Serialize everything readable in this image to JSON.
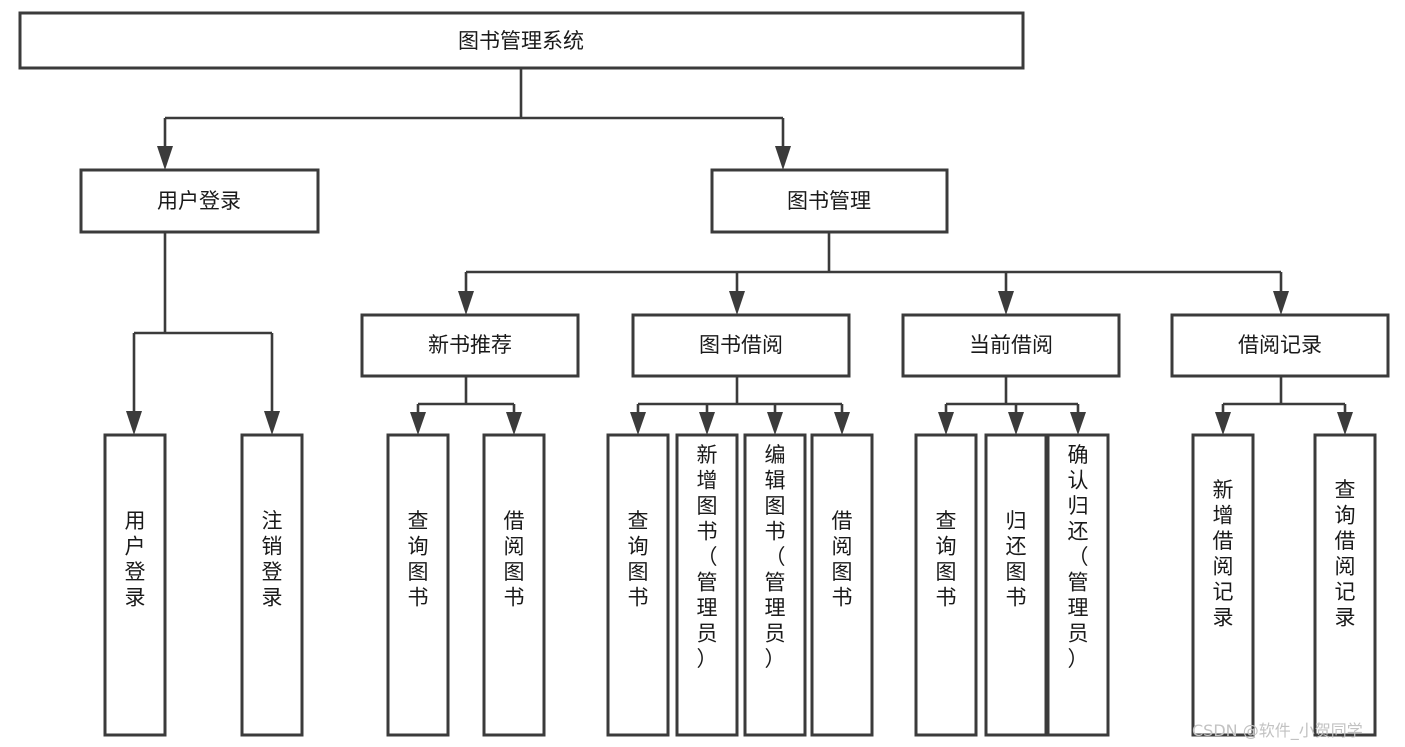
{
  "diagram": {
    "type": "tree-hierarchy-flowchart",
    "title": "图书管理系统",
    "theme": {
      "background": "#ffffff",
      "box_fill": "#ffffff",
      "box_stroke": "#3b3b3b",
      "text_color": "#1a1a1a",
      "connector_color": "#3b3b3b",
      "watermark_color": "#c2c2c2"
    },
    "levels": [
      {
        "level": 1,
        "nodes": [
          {
            "id": "root",
            "label": "图书管理系统",
            "orientation": "horizontal"
          }
        ]
      },
      {
        "level": 2,
        "nodes": [
          {
            "id": "login",
            "label": "用户登录",
            "orientation": "horizontal",
            "parent": "root"
          },
          {
            "id": "bookmgmt",
            "label": "图书管理",
            "orientation": "horizontal",
            "parent": "root"
          }
        ]
      },
      {
        "level": 3,
        "nodes": [
          {
            "id": "newbook",
            "label": "新书推荐",
            "orientation": "horizontal",
            "parent": "bookmgmt"
          },
          {
            "id": "borrow",
            "label": "图书借阅",
            "orientation": "horizontal",
            "parent": "bookmgmt"
          },
          {
            "id": "current",
            "label": "当前借阅",
            "orientation": "horizontal",
            "parent": "bookmgmt"
          },
          {
            "id": "record",
            "label": "借阅记录",
            "orientation": "horizontal",
            "parent": "bookmgmt"
          }
        ]
      },
      {
        "level": 4,
        "nodes": [
          {
            "id": "leaf1",
            "label": "用户登录",
            "orientation": "vertical",
            "parent": "login"
          },
          {
            "id": "leaf2",
            "label": "注销登录",
            "orientation": "vertical",
            "parent": "login"
          },
          {
            "id": "leaf3",
            "label": "查询图书",
            "orientation": "vertical",
            "parent": "newbook"
          },
          {
            "id": "leaf4",
            "label": "借阅图书",
            "orientation": "vertical",
            "parent": "newbook"
          },
          {
            "id": "leaf5",
            "label": "查询图书",
            "orientation": "vertical",
            "parent": "borrow"
          },
          {
            "id": "leaf6",
            "label": "新增图书（管理员）",
            "orientation": "vertical",
            "parent": "borrow"
          },
          {
            "id": "leaf7",
            "label": "编辑图书（管理员）",
            "orientation": "vertical",
            "parent": "borrow"
          },
          {
            "id": "leaf8",
            "label": "借阅图书",
            "orientation": "vertical",
            "parent": "borrow"
          },
          {
            "id": "leaf9",
            "label": "查询图书",
            "orientation": "vertical",
            "parent": "current"
          },
          {
            "id": "leaf10",
            "label": "归还图书",
            "orientation": "vertical",
            "parent": "current"
          },
          {
            "id": "leaf11",
            "label": "确认归还（管理员）",
            "orientation": "vertical",
            "parent": "current"
          },
          {
            "id": "leaf12",
            "label": "新增借阅记录",
            "orientation": "vertical",
            "parent": "record"
          },
          {
            "id": "leaf13",
            "label": "查询借阅记录",
            "orientation": "vertical",
            "parent": "record"
          }
        ]
      }
    ]
  },
  "watermark": {
    "text": "CSDN @软件_小贺同学"
  }
}
